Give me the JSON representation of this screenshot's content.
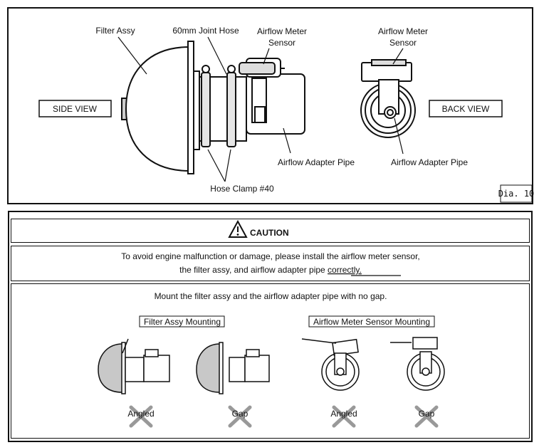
{
  "diagram": {
    "labels": {
      "filter_assy": "Filter Assy",
      "joint_hose": "60mm Joint Hose",
      "airflow_meter_sensor_1": "Airflow Meter",
      "airflow_meter_sensor_2": "Sensor",
      "back_airflow_meter_sensor_1": "Airflow Meter",
      "back_airflow_meter_sensor_2": "Sensor",
      "side_view": "SIDE VIEW",
      "back_view": "BACK VIEW",
      "adapter_pipe_side": "Airflow Adapter Pipe",
      "adapter_pipe_back": "Airflow Adapter Pipe",
      "hose_clamp": "Hose Clamp #40",
      "diagram_id": "Dia. 10"
    }
  },
  "caution": {
    "title": "CAUTION",
    "line1": "To avoid engine malfunction or damage, please install the airflow meter sensor,",
    "line2_prefix": "the filter assy, and airflow adapter pipe ",
    "line2_emphasis": "correctly.",
    "mount_instruction": "Mount the filter assy and the airflow adapter pipe with no gap.",
    "filter_mounting_title": "Filter Assy Mounting",
    "sensor_mounting_title": "Airflow Meter Sensor Mounting",
    "examples": [
      {
        "label": "Angled"
      },
      {
        "label": "Gap"
      },
      {
        "label": "Angled"
      },
      {
        "label": "Gap"
      }
    ]
  }
}
